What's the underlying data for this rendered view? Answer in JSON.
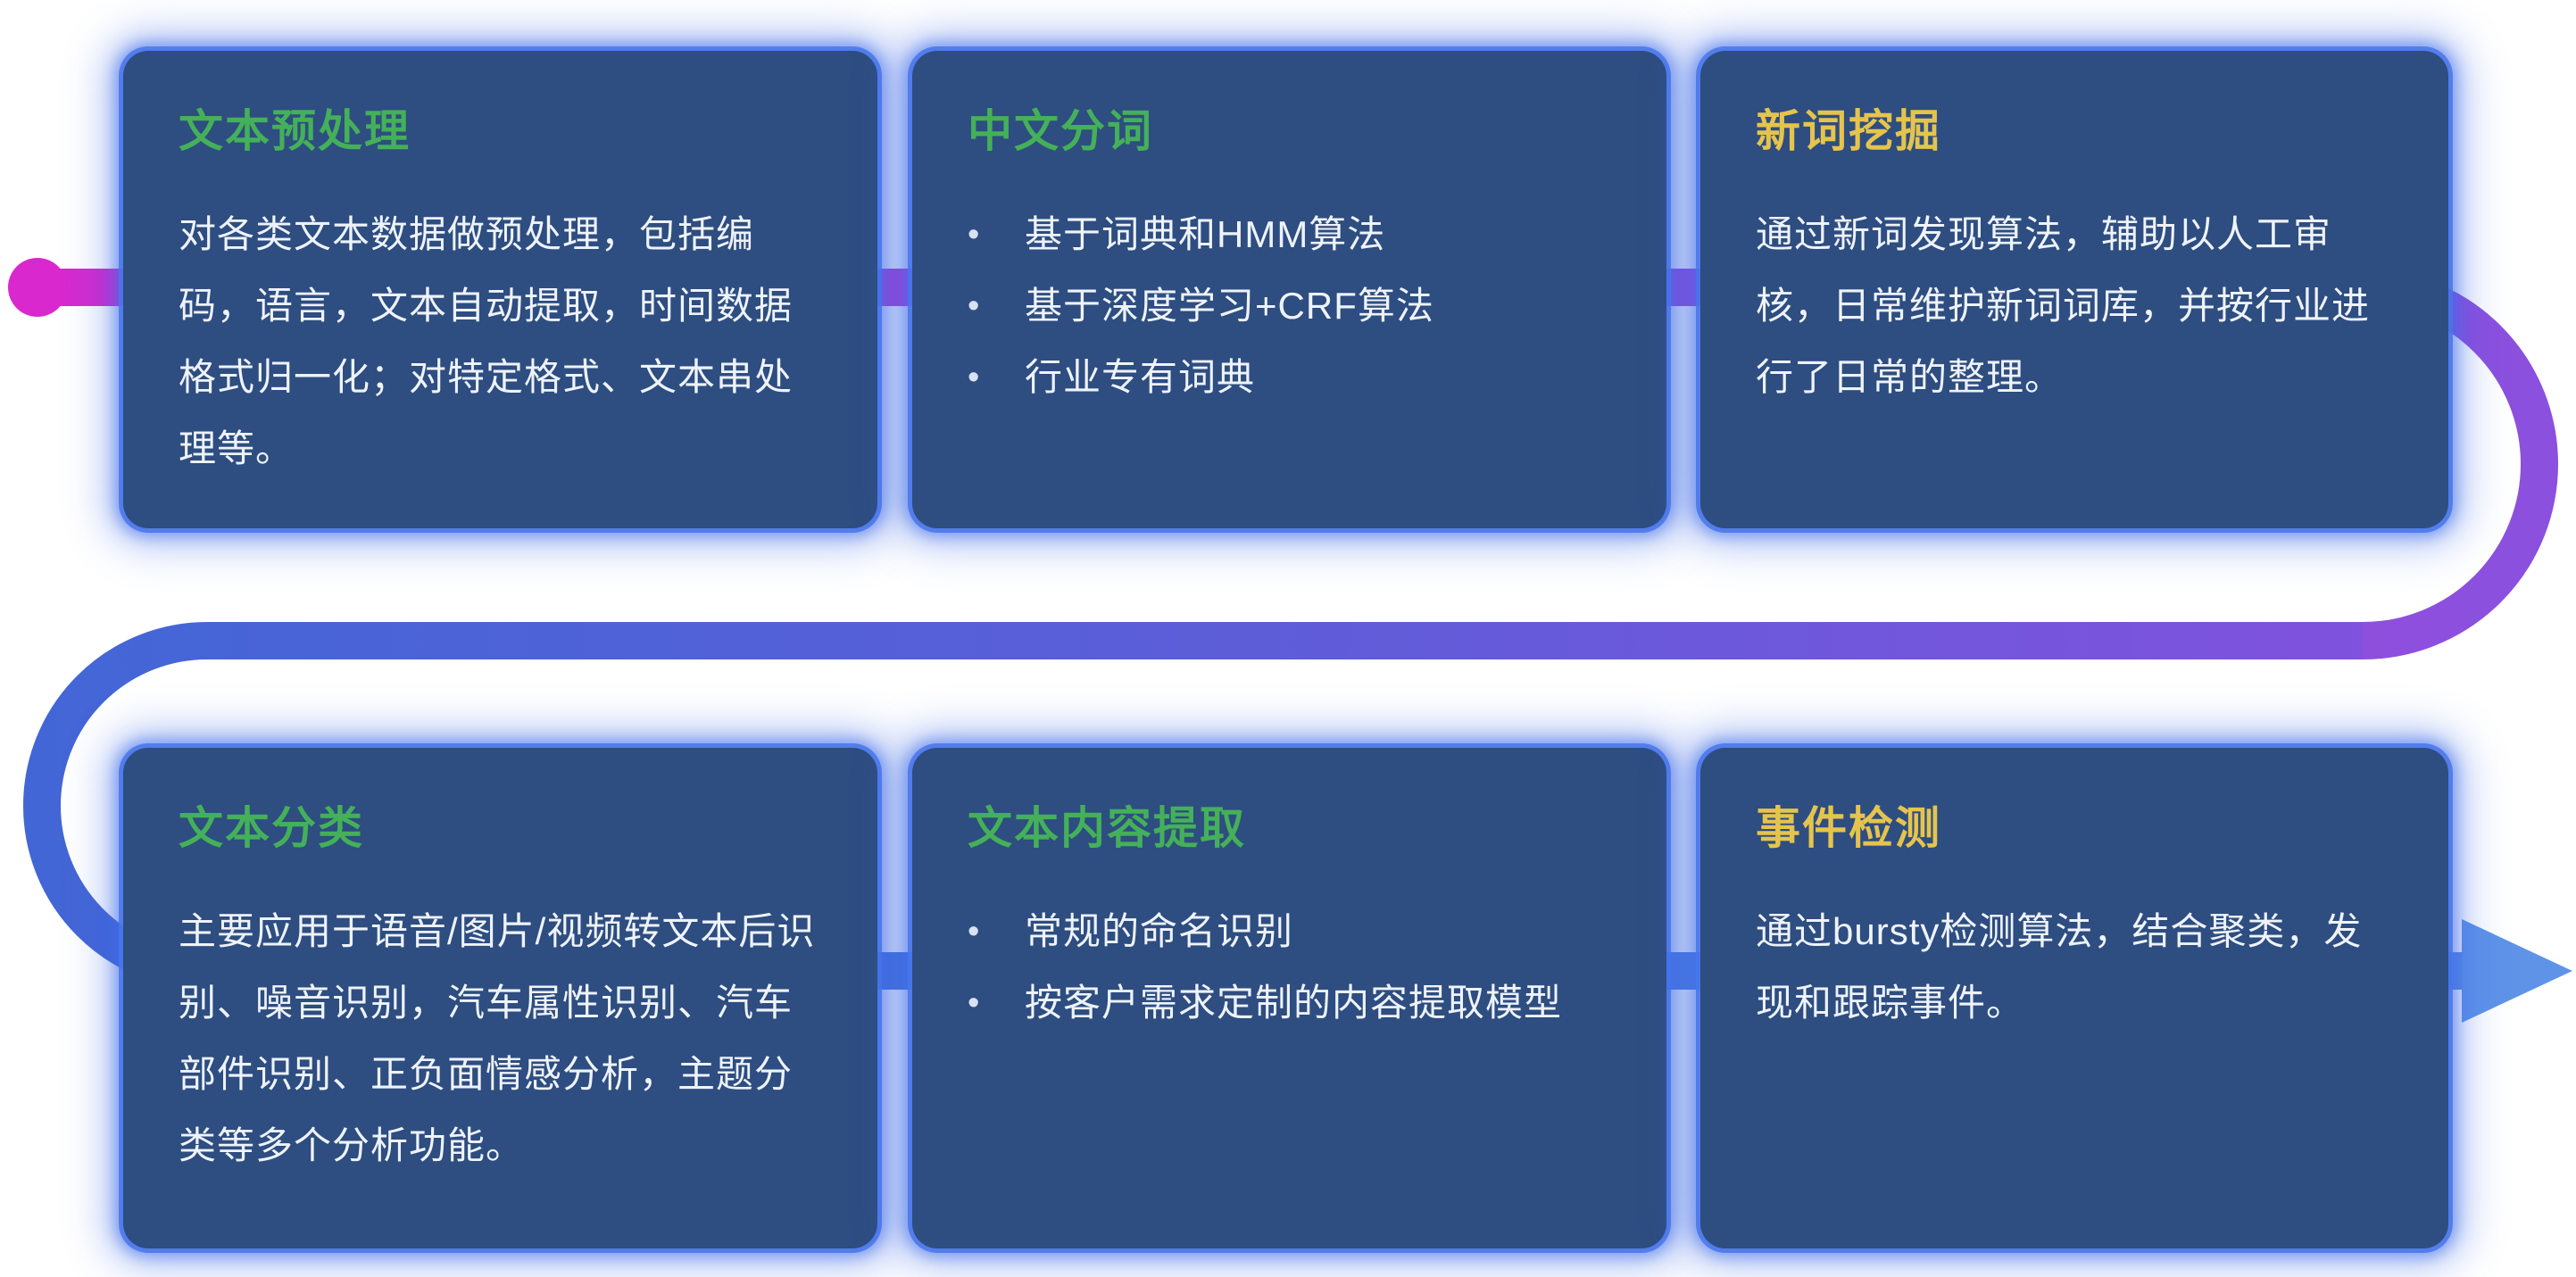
{
  "pipeline": {
    "start_dot_color": "#d928ce",
    "segment_colors": {
      "top_left_magenta": "#d928ce",
      "top_right_purple": "#8b50de",
      "middle_right_purple": "#8550de",
      "middle_left_blue": "#4366d6",
      "bottom_left_blue": "#4169d9",
      "bottom_right_blue": "#5a8de6"
    },
    "arrow_color": "#5f93e8"
  },
  "theme": {
    "card_background": "#2e4d80",
    "card_glow": "#4272eb",
    "body_text_color": "#eef3fa",
    "title_green": "#44b05a",
    "title_yellow": "#e5c44d"
  },
  "cards": [
    {
      "title": "文本预处理",
      "title_color": "#44b05a",
      "body": "对各类文本数据做预处理，包括编码，语言，文本自动提取，时间数据格式归一化；对特定格式、文本串处理等。"
    },
    {
      "title": "中文分词",
      "title_color": "#44b05a",
      "bullets": [
        "基于词典和HMM算法",
        "基于深度学习+CRF算法",
        "行业专有词典"
      ]
    },
    {
      "title": "新词挖掘",
      "title_color": "#e5c44d",
      "body": "通过新词发现算法，辅助以人工审核，日常维护新词词库，并按行业进行了日常的整理。"
    },
    {
      "title": "文本分类",
      "title_color": "#44b05a",
      "body": "主要应用于语音/图片/视频转文本后识别、噪音识别，汽车属性识别、汽车部件识别、正负面情感分析，主题分类等多个分析功能。"
    },
    {
      "title": "文本内容提取",
      "title_color": "#44b05a",
      "bullets": [
        "常规的命名识别",
        "按客户需求定制的内容提取模型"
      ]
    },
    {
      "title": "事件检测",
      "title_color": "#e5c44d",
      "body": "通过bursty检测算法，结合聚类，发现和跟踪事件。"
    }
  ],
  "bullet_glyph": "•"
}
